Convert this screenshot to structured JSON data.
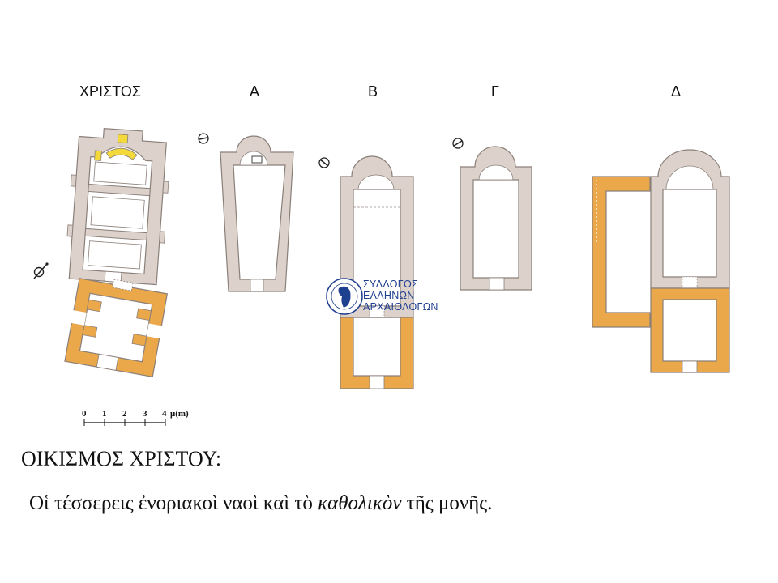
{
  "plans": {
    "labels": [
      "ΧΡΙΣΤΟΣ",
      "Α",
      "Β",
      "Γ",
      "Δ"
    ]
  },
  "scale": {
    "ticks": [
      "0",
      "1",
      "2",
      "3",
      "4"
    ],
    "unit": "μ(m)"
  },
  "logo": {
    "line1": "ΣΥΛΛΟΓΟΣ",
    "line2": "ΕΛΛΗΝΩΝ",
    "line3": "ΑΡΧΑΙΟΛΟΓΩΝ"
  },
  "heading": "ΟΙΚΙΣΜΟΣ ΧΡΙΣΤΟΥ:",
  "caption": {
    "before": "Οἱ τέσσερεις ἐνοριακοὶ ναοὶ καὶ τὸ ",
    "emphasis": "καθολικὸν",
    "after": " τῆς μονῆς."
  },
  "colors": {
    "wall_old": "#dcd2cb",
    "wall_new": "#eaa84a",
    "outline": "#8a7f79",
    "accent_yellow": "#f4d93a",
    "logo_blue": "#1f3f8f"
  }
}
